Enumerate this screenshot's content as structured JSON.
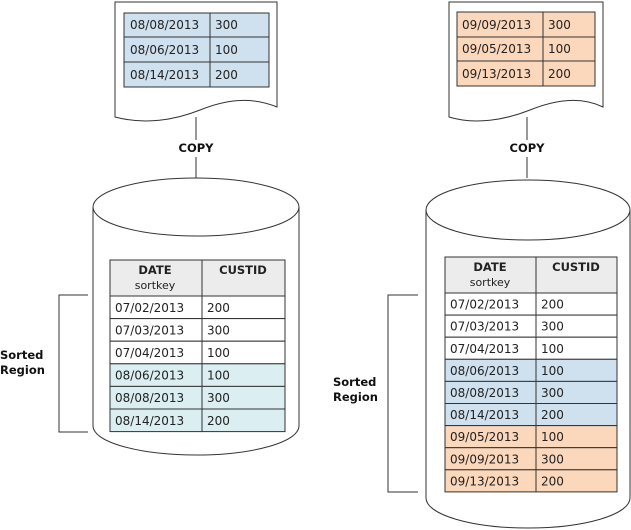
{
  "colors": {
    "blue_fill": "#cfe0ef",
    "orange_fill": "#fbd7bb",
    "teal_fill": "#dbeef2",
    "header_fill": "#ececec",
    "white": "#ffffff",
    "border": "#333333"
  },
  "left": {
    "source_doc": {
      "rows": [
        {
          "date": "08/08/2013",
          "value": "300"
        },
        {
          "date": "08/06/2013",
          "value": "100"
        },
        {
          "date": "08/14/2013",
          "value": "200"
        }
      ]
    },
    "copy_label": "COPY",
    "region_label": [
      "Sorted",
      "Region"
    ],
    "table": {
      "header": {
        "date": "DATE",
        "sortkey": "sortkey",
        "custid": "CUSTID"
      },
      "rows": [
        {
          "date": "07/02/2013",
          "custid": "200",
          "tone": "white"
        },
        {
          "date": "07/03/2013",
          "custid": "300",
          "tone": "white"
        },
        {
          "date": "07/04/2013",
          "custid": "100",
          "tone": "white"
        },
        {
          "date": "08/06/2013",
          "custid": "100",
          "tone": "teal"
        },
        {
          "date": "08/08/2013",
          "custid": "300",
          "tone": "teal"
        },
        {
          "date": "08/14/2013",
          "custid": "200",
          "tone": "teal"
        }
      ]
    }
  },
  "right": {
    "source_doc": {
      "rows": [
        {
          "date": "09/09/2013",
          "value": "300"
        },
        {
          "date": "09/05/2013",
          "value": "100"
        },
        {
          "date": "09/13/2013",
          "value": "200"
        }
      ]
    },
    "copy_label": "COPY",
    "region_label": [
      "Sorted",
      "Region"
    ],
    "table": {
      "header": {
        "date": "DATE",
        "sortkey": "sortkey",
        "custid": "CUSTID"
      },
      "rows": [
        {
          "date": "07/02/2013",
          "custid": "200",
          "tone": "white"
        },
        {
          "date": "07/03/2013",
          "custid": "300",
          "tone": "white"
        },
        {
          "date": "07/04/2013",
          "custid": "100",
          "tone": "white"
        },
        {
          "date": "08/06/2013",
          "custid": "100",
          "tone": "blue"
        },
        {
          "date": "08/08/2013",
          "custid": "300",
          "tone": "blue"
        },
        {
          "date": "08/14/2013",
          "custid": "200",
          "tone": "blue"
        },
        {
          "date": "09/05/2013",
          "custid": "100",
          "tone": "orange"
        },
        {
          "date": "09/09/2013",
          "custid": "300",
          "tone": "orange"
        },
        {
          "date": "09/13/2013",
          "custid": "200",
          "tone": "orange"
        }
      ]
    }
  }
}
